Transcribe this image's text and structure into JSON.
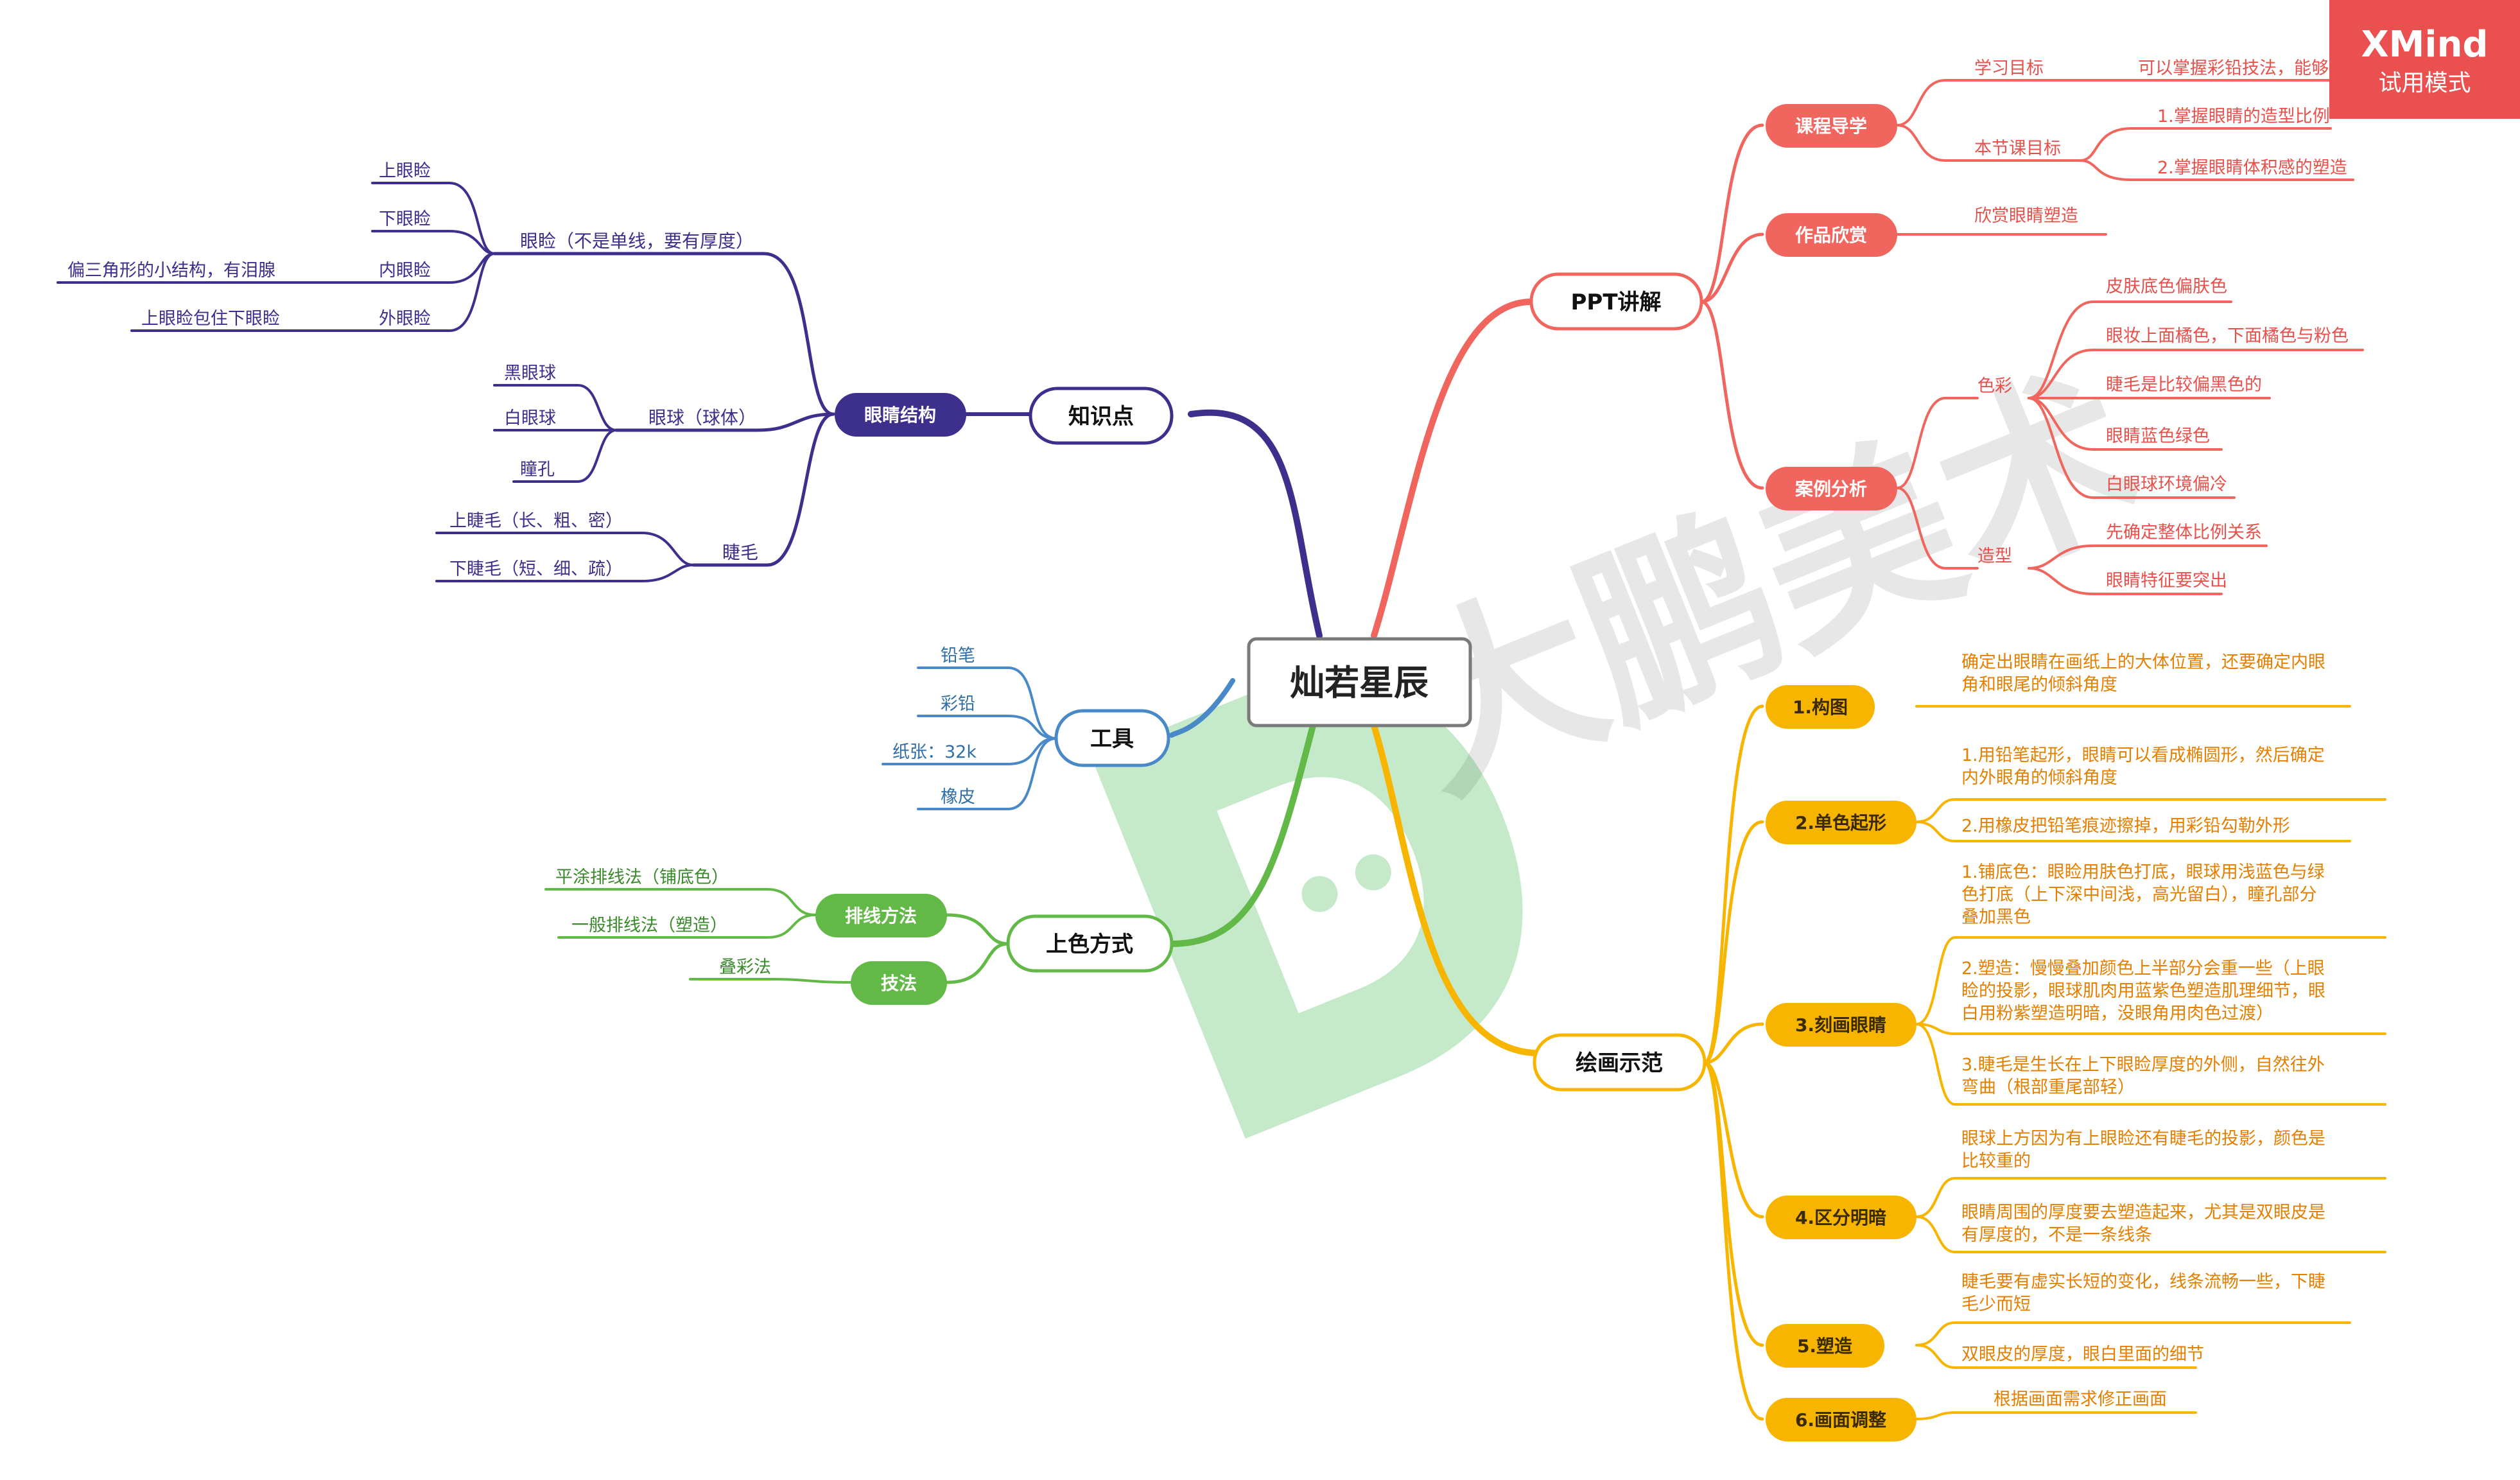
{
  "watermark": {
    "brand": "大鹏美术"
  },
  "badge": {
    "title": "XMind",
    "subtitle": "试用模式"
  },
  "root": "灿若星辰",
  "branches": {
    "zhishidian": {
      "label": "知识点",
      "color": "#3d2f8c",
      "sub": "眼睛结构",
      "eyelid": {
        "label": "眼睑（不是单线，要有厚度）",
        "upper": "上眼睑",
        "lower": "下眼睑",
        "inner": "内眼睑",
        "inner_note": "偏三角形的小结构，有泪腺",
        "outer": "外眼睑",
        "outer_note": "上眼睑包住下眼睑"
      },
      "eyeball": {
        "label": "眼球（球体）",
        "black": "黑眼球",
        "white": "白眼球",
        "pupil": "瞳孔"
      },
      "lashes": {
        "label": "睫毛",
        "upper": "上睫毛（长、粗、密）",
        "lower": "下睫毛（短、细、疏）"
      }
    },
    "tools": {
      "label": "工具",
      "color": "#4a89c8",
      "items": [
        "铅笔",
        "彩铅",
        "纸张：32k",
        "橡皮"
      ]
    },
    "coloring": {
      "label": "上色方式",
      "color": "#63b947",
      "hatching": {
        "label": "排线方法",
        "items": [
          "平涂排线法（铺底色）",
          "一般排线法（塑造）"
        ]
      },
      "technique": {
        "label": "技法",
        "items": [
          "叠彩法"
        ]
      }
    },
    "ppt": {
      "label": "PPT讲解",
      "color": "#f0665e",
      "intro": {
        "label": "课程导学",
        "goal_label": "学习目标",
        "goal_text": "可以掌握彩铅技法，能够独立",
        "session_label": "本节课目标",
        "session_items": [
          "1.掌握眼睛的造型比例",
          "2.掌握眼睛体积感的塑造"
        ]
      },
      "appreciation": {
        "label": "作品欣赏",
        "item": "欣赏眼睛塑造"
      },
      "case": {
        "label": "案例分析",
        "color_label": "色彩",
        "color_items": [
          "皮肤底色偏肤色",
          "眼妆上面橘色，下面橘色与粉色",
          "睫毛是比较偏黑色的",
          "眼睛蓝色绿色",
          "白眼球环境偏冷"
        ],
        "shape_label": "造型",
        "shape_items": [
          "先确定整体比例关系",
          "眼睛特征要突出"
        ]
      }
    },
    "demo": {
      "label": "绘画示范",
      "color": "#f7b500",
      "steps": [
        {
          "label": "1.构图",
          "items": [
            [
              "确定出眼睛在画纸上的大体位置，还要确定内眼",
              "角和眼尾的倾斜角度"
            ]
          ]
        },
        {
          "label": "2.单色起形",
          "items": [
            [
              "1.用铅笔起形，眼睛可以看成椭圆形，然后确定",
              "内外眼角的倾斜角度"
            ],
            [
              "2.用橡皮把铅笔痕迹擦掉，用彩铅勾勒外形"
            ]
          ]
        },
        {
          "label": "3.刻画眼睛",
          "items": [
            [
              "1.铺底色：眼睑用肤色打底，眼球用浅蓝色与绿",
              "色打底（上下深中间浅，高光留白），瞳孔部分",
              "叠加黑色"
            ],
            [
              "2.塑造：慢慢叠加颜色上半部分会重一些（上眼",
              "睑的投影，眼球肌肉用蓝紫色塑造肌理细节，眼",
              "白用粉紫塑造明暗，没眼角用肉色过渡）"
            ],
            [
              "3.睫毛是生长在上下眼睑厚度的外侧，自然往外",
              "弯曲（根部重尾部轻）"
            ]
          ]
        },
        {
          "label": "4.区分明暗",
          "items": [
            [
              "眼球上方因为有上眼睑还有睫毛的投影，颜色是",
              "比较重的"
            ],
            [
              "眼睛周围的厚度要去塑造起来，尤其是双眼皮是",
              "有厚度的，不是一条线条"
            ]
          ]
        },
        {
          "label": "5.塑造",
          "items": [
            [
              "睫毛要有虚实长短的变化，线条流畅一些，下睫",
              "毛少而短"
            ],
            [
              "双眼皮的厚度，眼白里面的细节"
            ]
          ]
        },
        {
          "label": "6.画面调整",
          "items": [
            [
              "根据画面需求修正画面"
            ]
          ]
        }
      ]
    }
  }
}
